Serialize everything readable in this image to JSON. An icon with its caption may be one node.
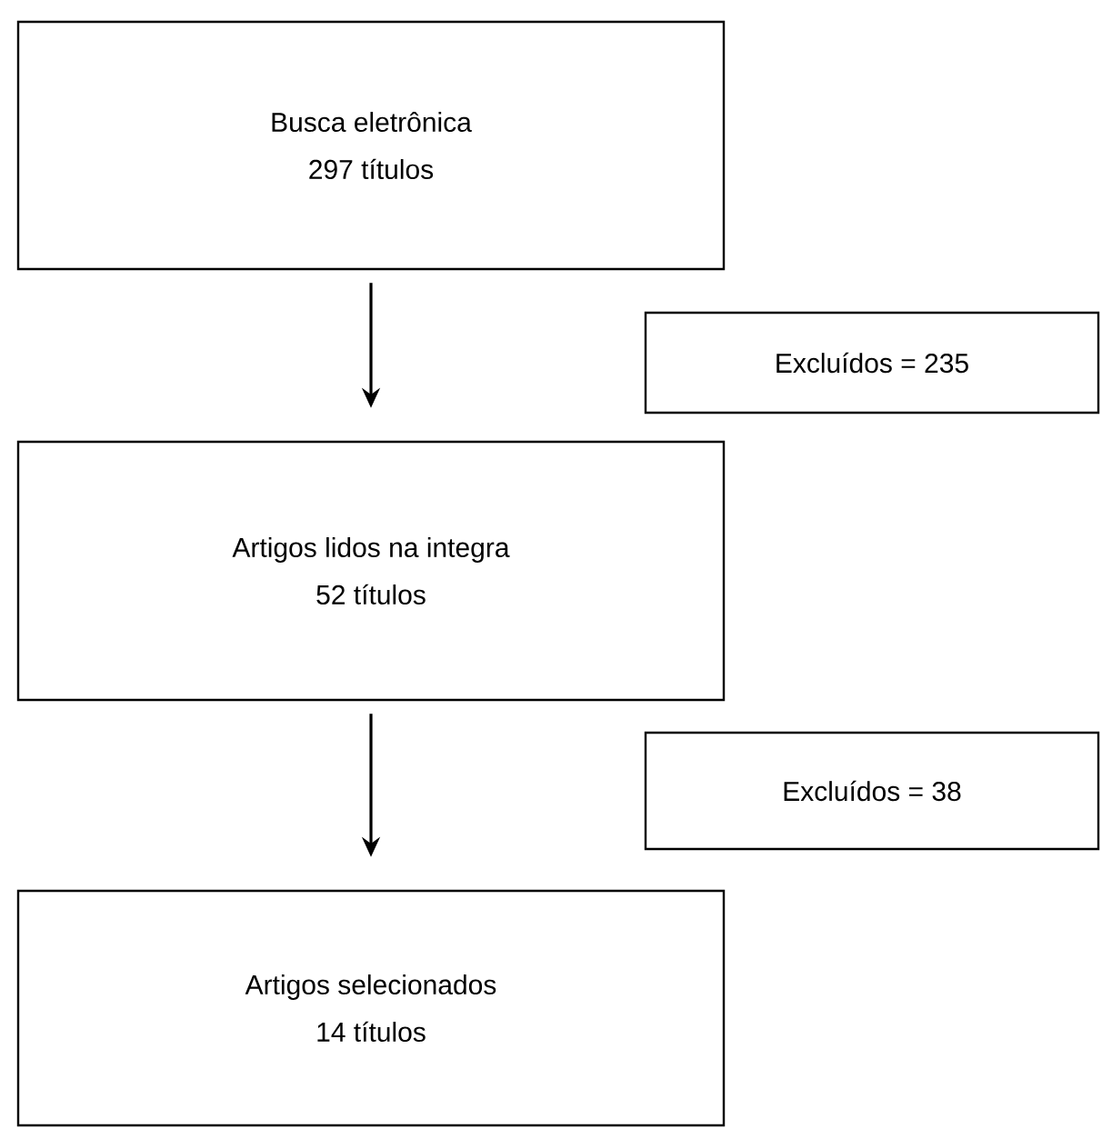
{
  "diagram": {
    "nodes": [
      {
        "text": [
          "Busca eletrônica",
          "297 títulos"
        ]
      },
      {
        "text": [
          "Excluídos = 235"
        ]
      },
      {
        "text": [
          "Artigos lidos na integra",
          "52 títulos"
        ]
      },
      {
        "text": [
          "Excluídos = 38"
        ]
      },
      {
        "text": [
          "Artigos selecionados",
          "14 títulos"
        ]
      }
    ],
    "edges": [
      {
        "from": 0,
        "to": 2,
        "arrow": "to"
      },
      {
        "from": 2,
        "to": 4,
        "arrow": "to"
      }
    ]
  }
}
